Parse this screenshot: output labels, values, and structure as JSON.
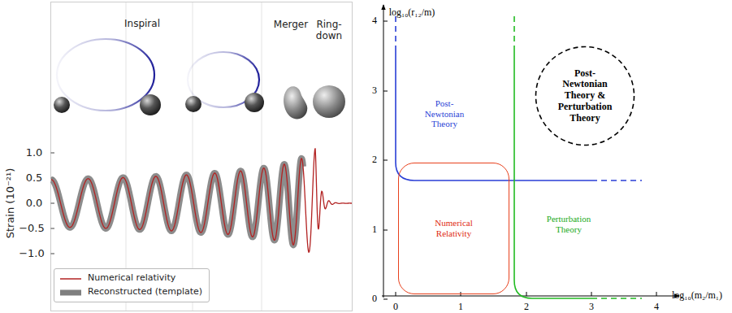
{
  "diagram": {
    "nodes": [
      {
        "text": [
          "Post-Newtonian Theory & Perturbation Theory"
        ]
      },
      {
        "text": [
          "Numerical Relativity"
        ]
      }
    ],
    "labels": [
      "Inspiral",
      "Merger",
      "Ring-down",
      "1.0",
      "0.5",
      "0.0",
      "−0.5",
      "−1.0",
      "Strain (10⁻²¹)",
      "log₁₀(r₁₂/m)",
      "log₁₀(m₂/m₁)",
      "0",
      "1",
      "2",
      "3",
      "4",
      "0",
      "1",
      "2",
      "3",
      "4",
      "Post-Newtonian Theory",
      "Perturbation Theory"
    ],
    "legend": [
      {
        "text": "Numerical relativity"
      },
      {
        "text": "Reconstructed (template)"
      }
    ]
  }
}
